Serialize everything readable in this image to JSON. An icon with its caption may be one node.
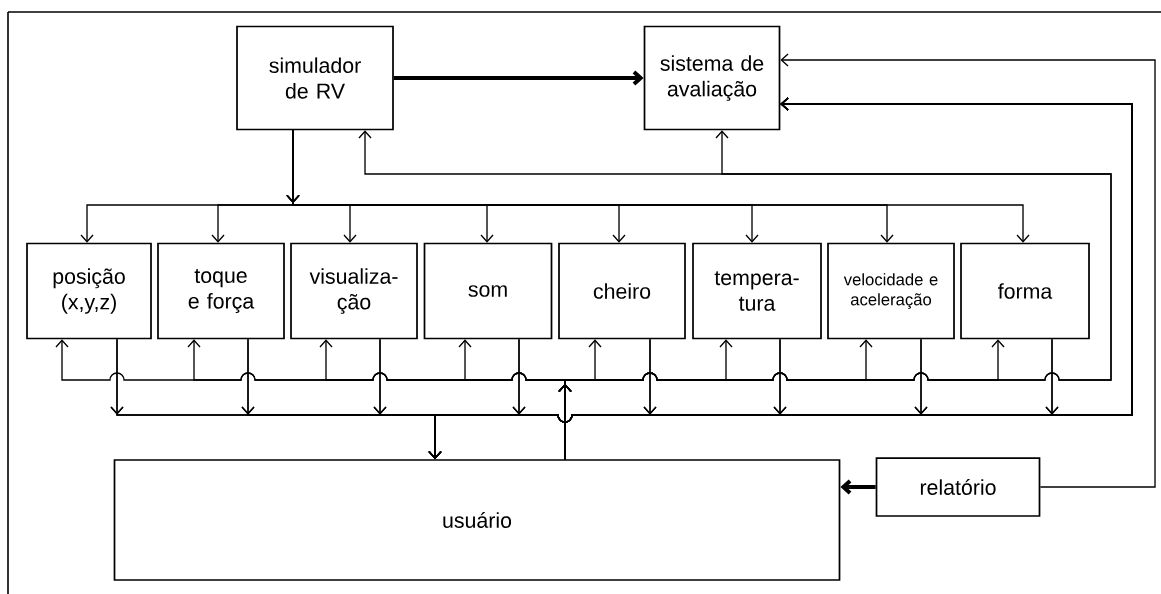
{
  "diagram": {
    "nodes": [
      {
        "text": [
          "simulador de RV"
        ]
      },
      {
        "text": [
          "sistema de avaliação"
        ]
      },
      {
        "text": [
          "posição (x,y,z)"
        ]
      },
      {
        "text": [
          "toque e força"
        ]
      },
      {
        "text": [
          "visualiza-ção"
        ]
      },
      {
        "text": [
          "som"
        ]
      },
      {
        "text": [
          "cheiro"
        ]
      },
      {
        "text": [
          "tempera-tura"
        ]
      },
      {
        "text": [
          "velocidade e aceleração"
        ]
      },
      {
        "text": [
          "forma"
        ]
      },
      {
        "text": [
          "usuário"
        ]
      },
      {
        "text": [
          "relatório"
        ]
      }
    ],
    "edges": [
      {
        "from": 0,
        "to": 1,
        "arrow": "to",
        "style": "thick"
      },
      {
        "from": 0,
        "to": 2,
        "arrow": "to"
      },
      {
        "from": 0,
        "to": 3,
        "arrow": "to"
      },
      {
        "from": 0,
        "to": 4,
        "arrow": "to"
      },
      {
        "from": 0,
        "to": 5,
        "arrow": "to"
      },
      {
        "from": 0,
        "to": 6,
        "arrow": "to"
      },
      {
        "from": 0,
        "to": 7,
        "arrow": "to"
      },
      {
        "from": 0,
        "to": 8,
        "arrow": "to"
      },
      {
        "from": 0,
        "to": 9,
        "arrow": "to"
      },
      {
        "from": 10,
        "to": 2,
        "arrow": "to"
      },
      {
        "from": 10,
        "to": 3,
        "arrow": "to"
      },
      {
        "from": 10,
        "to": 4,
        "arrow": "to"
      },
      {
        "from": 10,
        "to": 5,
        "arrow": "to"
      },
      {
        "from": 10,
        "to": 6,
        "arrow": "to"
      },
      {
        "from": 10,
        "to": 7,
        "arrow": "to"
      },
      {
        "from": 10,
        "to": 8,
        "arrow": "to"
      },
      {
        "from": 10,
        "to": 9,
        "arrow": "to"
      },
      {
        "from": 10,
        "to": 0,
        "arrow": "to"
      },
      {
        "from": 10,
        "to": 1,
        "arrow": "to"
      },
      {
        "from": 2,
        "to": 10,
        "arrow": "to"
      },
      {
        "from": 3,
        "to": 10,
        "arrow": "to"
      },
      {
        "from": 4,
        "to": 10,
        "arrow": "to"
      },
      {
        "from": 5,
        "to": 10,
        "arrow": "to"
      },
      {
        "from": 6,
        "to": 10,
        "arrow": "to"
      },
      {
        "from": 7,
        "to": 10,
        "arrow": "to"
      },
      {
        "from": 8,
        "to": 10,
        "arrow": "to"
      },
      {
        "from": 9,
        "to": 10,
        "arrow": "to"
      },
      {
        "from": 2,
        "to": 1,
        "arrow": "to"
      },
      {
        "from": 3,
        "to": 1,
        "arrow": "to"
      },
      {
        "from": 4,
        "to": 1,
        "arrow": "to"
      },
      {
        "from": 5,
        "to": 1,
        "arrow": "to"
      },
      {
        "from": 6,
        "to": 1,
        "arrow": "to"
      },
      {
        "from": 7,
        "to": 1,
        "arrow": "to"
      },
      {
        "from": 8,
        "to": 1,
        "arrow": "to"
      },
      {
        "from": 9,
        "to": 1,
        "arrow": "to"
      },
      {
        "from": 11,
        "to": 10,
        "arrow": "to",
        "style": "thick"
      },
      {
        "from": 11,
        "to": 1,
        "arrow": "to"
      }
    ]
  }
}
